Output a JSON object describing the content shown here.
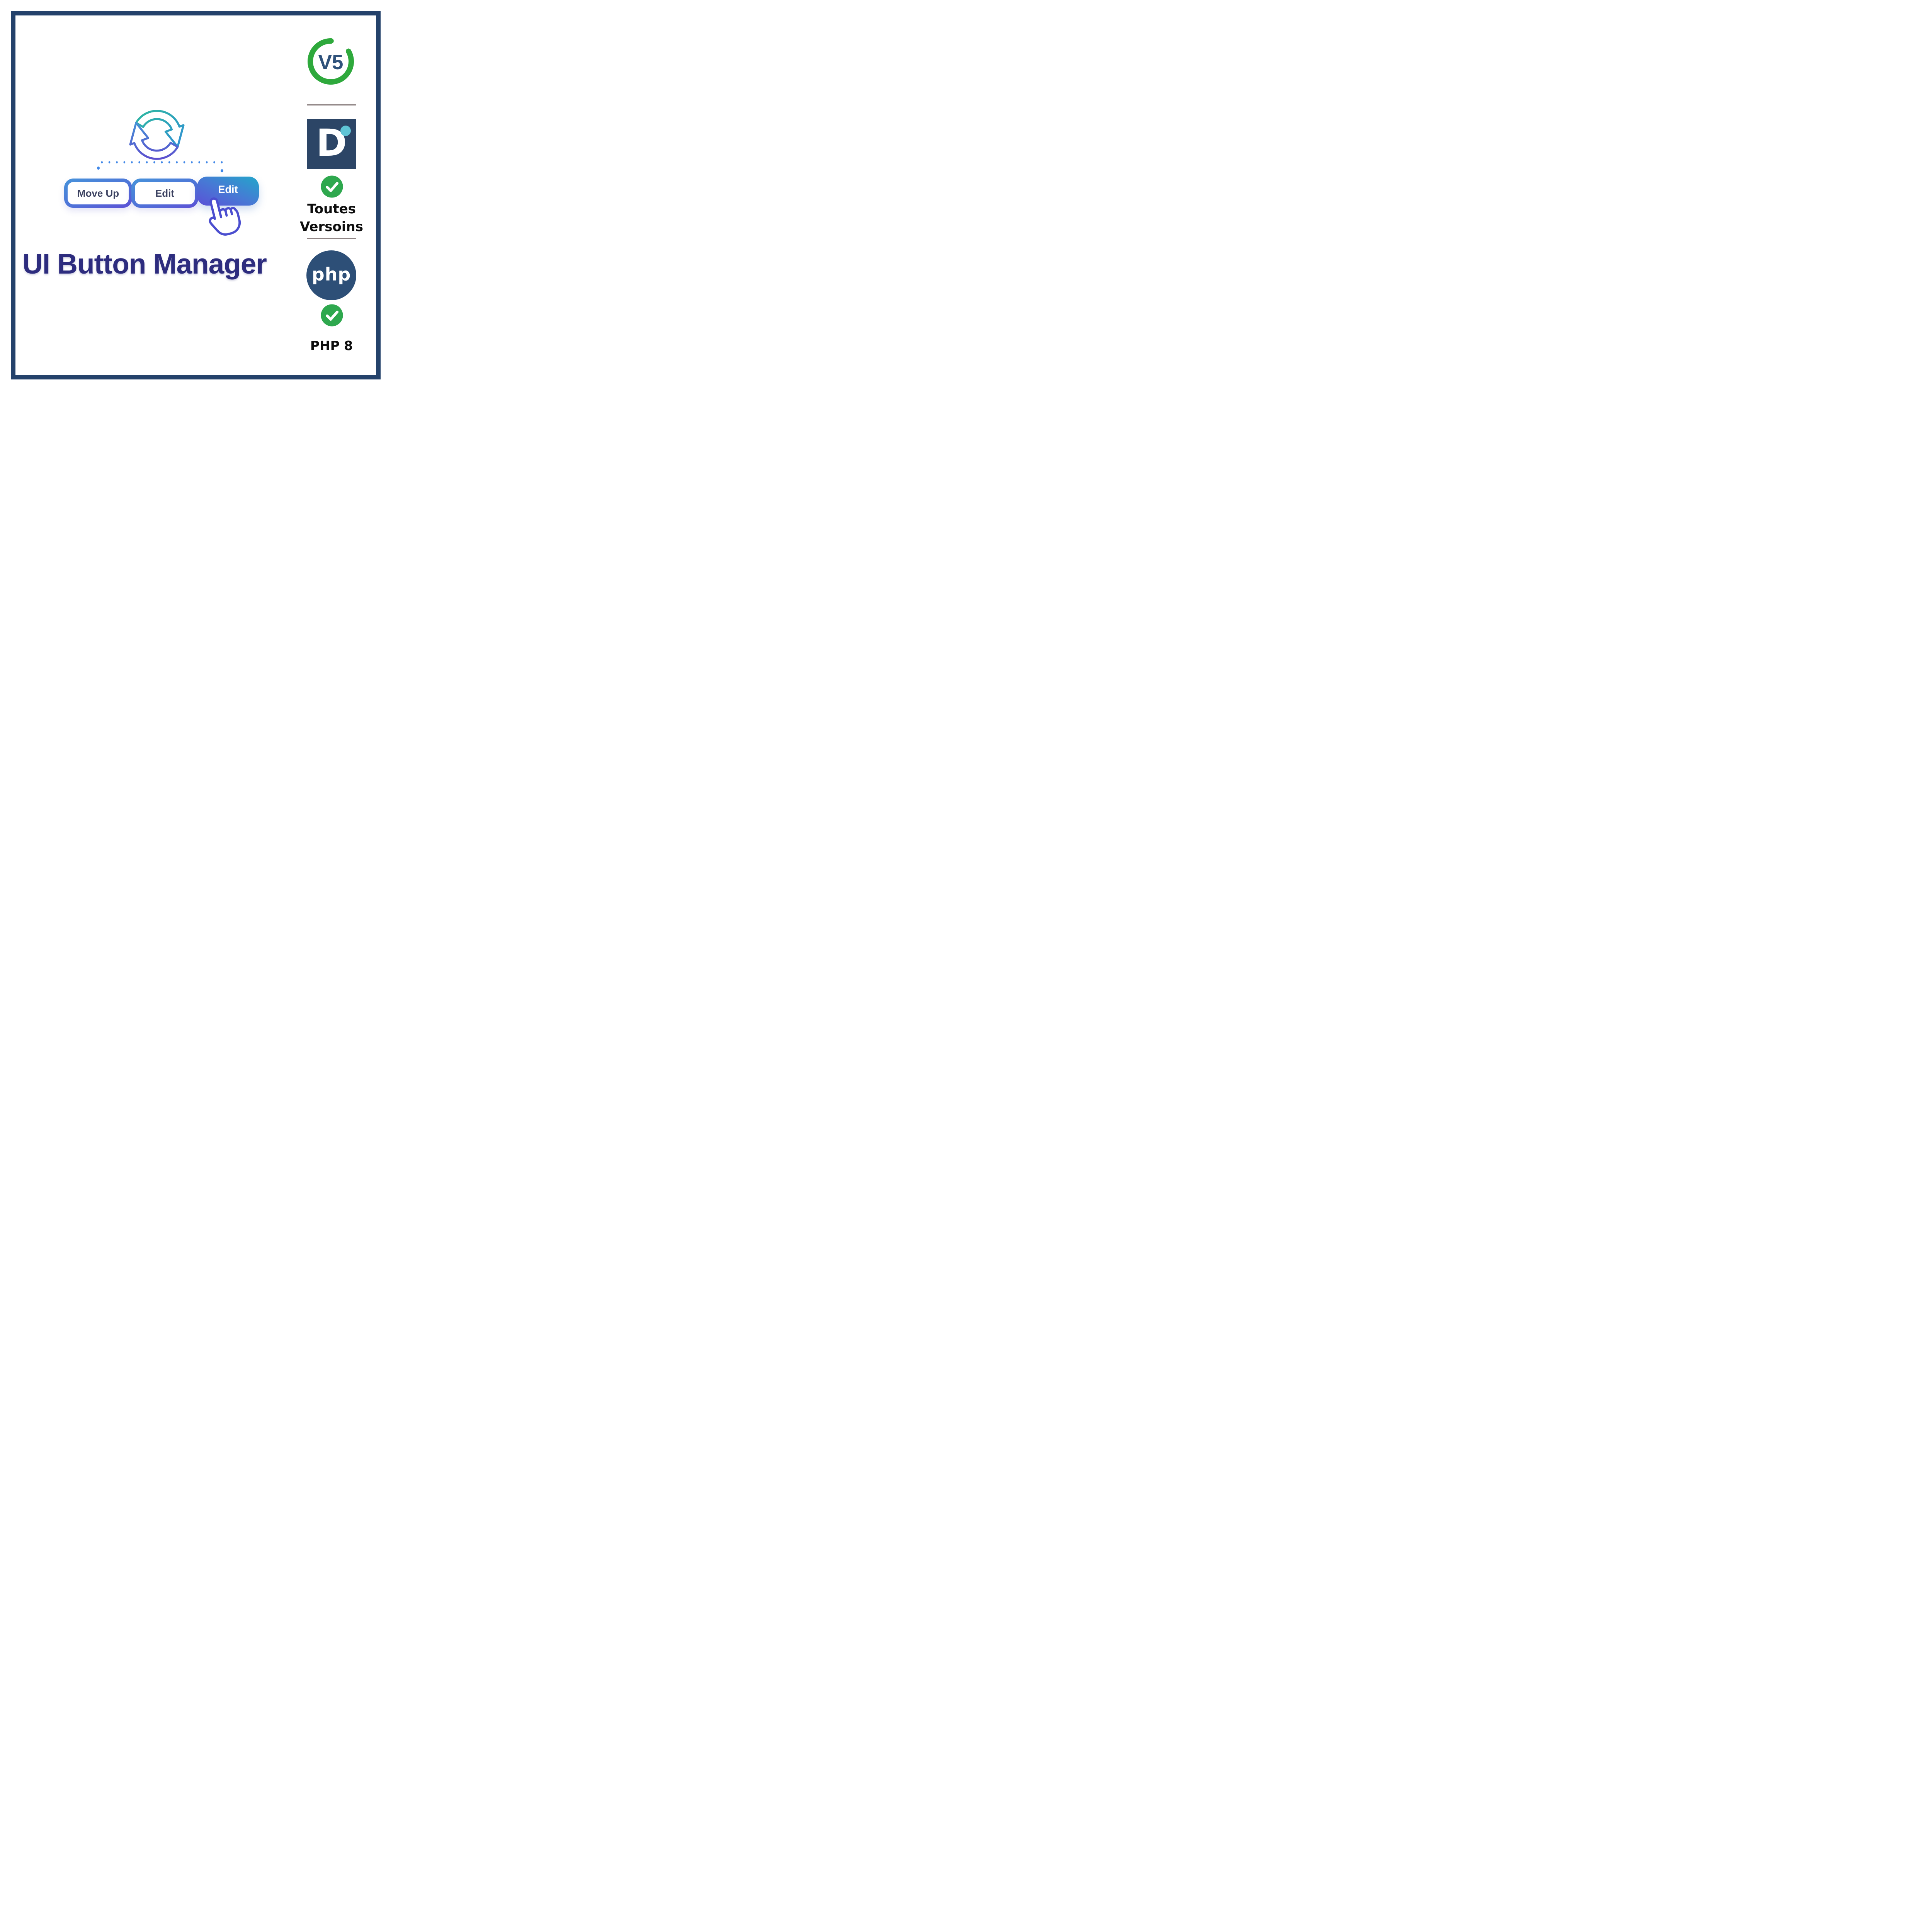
{
  "frame": {
    "border_color": "#24426b",
    "background": "#ffffff"
  },
  "title": {
    "text": "UI Button Manager",
    "color": "#2d2c7e"
  },
  "illustration": {
    "sync_icon": {
      "name": "sync-arrows-icon",
      "teal": "#2eb89f",
      "blue": "#4591d6",
      "purple": "#5c4fce"
    },
    "connector": {
      "dot_color": "#3f87e8"
    },
    "buttons": [
      {
        "label": "Move Up",
        "style": "outline"
      },
      {
        "label": "Edit",
        "style": "outline"
      },
      {
        "label": "Edit",
        "style": "filled"
      }
    ],
    "cursor": {
      "name": "hand-pointer-icon",
      "color": "#4b4ecf"
    }
  },
  "sidebar": {
    "version_badge": {
      "text": "V5",
      "ring_color": "#2ea93c",
      "text_color": "#2f527b"
    },
    "dolibarr_logo": {
      "letter": "D",
      "background": "#2c4566",
      "dot_color": "#5fc4d5"
    },
    "all_versions": {
      "check_color": "#2ea84e",
      "line1": "Toutes",
      "line2": "Versoins"
    },
    "php_logo": {
      "text": "php",
      "background": "#2d4f77"
    },
    "php8": {
      "check_color": "#2ea84e",
      "label": "PHP 8"
    }
  }
}
